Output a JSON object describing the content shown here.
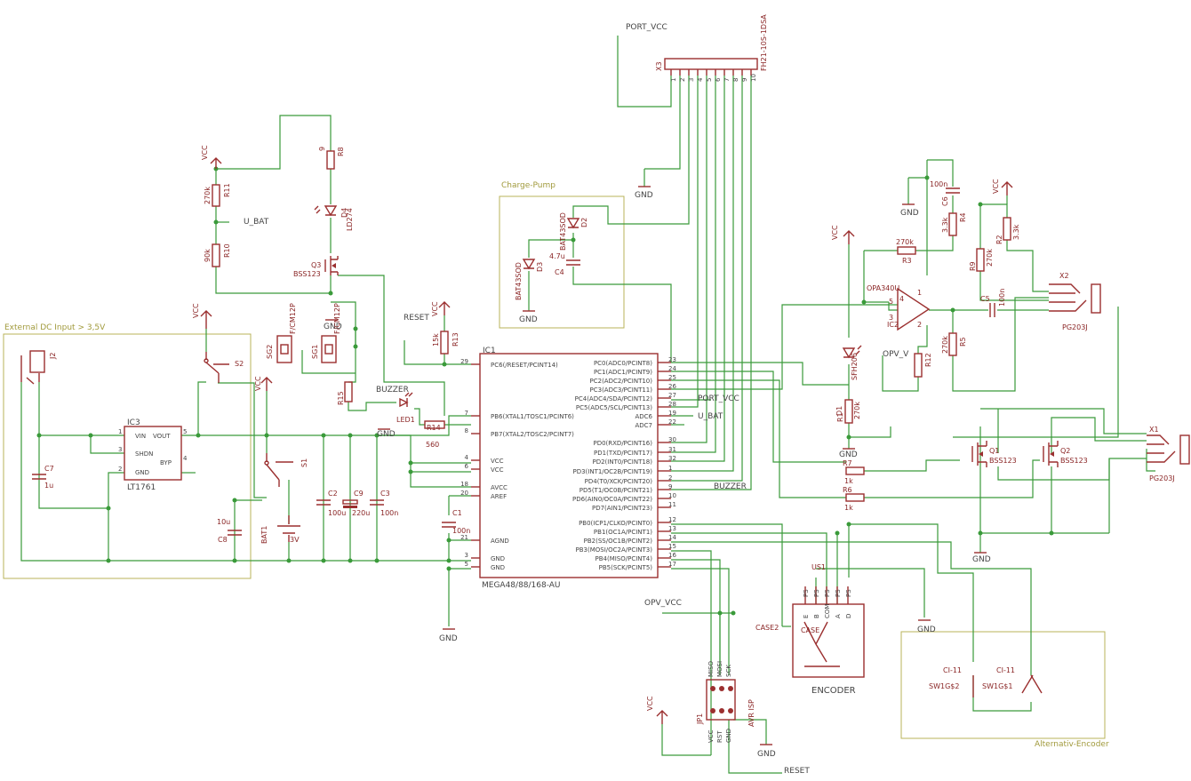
{
  "frames": {
    "ext_dc": "External DC Input > 3,5V",
    "charge_pump": "Charge-Pump",
    "alt_encoder": "Alternativ-Encoder"
  },
  "nets": {
    "vcc": "VCC",
    "gnd": "GND",
    "port_vcc": "PORT_VCC",
    "opv_vcc": "OPV_VCC",
    "u_bat": "U_BAT",
    "reset": "RESET",
    "buzzer": "BUZZER",
    "opv_v": "OPV_V"
  },
  "ic1": {
    "name": "IC1",
    "part": "MEGA48/88/168-AU",
    "left_pins": [
      {
        "num": "29",
        "label": "PC6(/RESET/PCINT14)"
      },
      {
        "num": "7",
        "label": "PB6(XTAL1/TOSC1/PCINT6)"
      },
      {
        "num": "8",
        "label": "PB7(XTAL2/TOSC2/PCINT7)"
      },
      {
        "num": "4",
        "label": "VCC"
      },
      {
        "num": "6",
        "label": "VCC"
      },
      {
        "num": "18",
        "label": "AVCC"
      },
      {
        "num": "20",
        "label": "AREF"
      },
      {
        "num": "21",
        "label": "AGND"
      },
      {
        "num": "3",
        "label": "GND"
      },
      {
        "num": "5",
        "label": "GND"
      }
    ],
    "right_pins": [
      {
        "num": "23",
        "label": "PC0(ADC0/PCINT8)"
      },
      {
        "num": "24",
        "label": "PC1(ADC1/PCINT9)"
      },
      {
        "num": "25",
        "label": "PC2(ADC2/PCINT10)"
      },
      {
        "num": "26",
        "label": "PC3(ADC3/PCINT11)"
      },
      {
        "num": "27",
        "label": "PC4(ADC4/SDA/PCINT12)"
      },
      {
        "num": "28",
        "label": "PC5(ADC5/SCL/PCINT13)"
      },
      {
        "num": "19",
        "label": "ADC6"
      },
      {
        "num": "22",
        "label": "ADC7"
      },
      {
        "num": "30",
        "label": "PD0(RXD/PCINT16)"
      },
      {
        "num": "31",
        "label": "PD1(TXD/PCINT17)"
      },
      {
        "num": "32",
        "label": "PD2(INT0/PCINT18)"
      },
      {
        "num": "1",
        "label": "PD3(INT1/OC2B/PCINT19)"
      },
      {
        "num": "2",
        "label": "PD4(T0/XCK/PCINT20)"
      },
      {
        "num": "9",
        "label": "PD5(T1/OC0B/PCINT21)"
      },
      {
        "num": "10",
        "label": "PD6(AIN0/OC0A/PCINT22)"
      },
      {
        "num": "11",
        "label": "PD7(AIN1/PCINT23)"
      },
      {
        "num": "12",
        "label": "PB0(ICP1/CLKO/PCINT0)"
      },
      {
        "num": "13",
        "label": "PB1(OC1A/PCINT1)"
      },
      {
        "num": "14",
        "label": "PB2(SS/OC1B/PCINT2)"
      },
      {
        "num": "15",
        "label": "PB3(MOSI/OC2A/PCINT3)"
      },
      {
        "num": "16",
        "label": "PB4(MISO/PCINT4)"
      },
      {
        "num": "17",
        "label": "PB5(SCK/PCINT5)"
      }
    ]
  },
  "ic3": {
    "name": "IC3",
    "part": "LT1761",
    "pin_vin": "VIN",
    "pin_vout": "VOUT",
    "pin_shdn": "SHDN",
    "pin_byp": "BYP",
    "pin_gnd": "GND",
    "pins": [
      "1",
      "3",
      "2",
      "5",
      "4"
    ]
  },
  "ic2": {
    "name": "IC2",
    "part": "OPA340U",
    "pins": [
      "4",
      "1",
      "5",
      "3",
      "2"
    ]
  },
  "connector_x3": {
    "name": "X3",
    "part": "FH21-10S-1DSA",
    "pins": [
      "1",
      "2",
      "3",
      "4",
      "5",
      "6",
      "7",
      "8",
      "9",
      "10"
    ]
  },
  "resistors": [
    {
      "name": "R11",
      "value": "270k"
    },
    {
      "name": "R10",
      "value": "90k"
    },
    {
      "name": "R8",
      "value": "9"
    },
    {
      "name": "R13",
      "value": "15k"
    },
    {
      "name": "R14",
      "value": "560"
    },
    {
      "name": "R15",
      "value": ""
    },
    {
      "name": "R3",
      "value": "270k"
    },
    {
      "name": "R4",
      "value": "3.3k"
    },
    {
      "name": "R2",
      "value": "3.3k"
    },
    {
      "name": "R9",
      "value": "270k"
    },
    {
      "name": "R5",
      "value": "270k"
    },
    {
      "name": "R12",
      "value": ""
    },
    {
      "name": "R1",
      "value": "270k"
    },
    {
      "name": "R7",
      "value": "1k"
    },
    {
      "name": "R6",
      "value": "1k"
    }
  ],
  "capacitors": [
    {
      "name": "C7",
      "value": "1u"
    },
    {
      "name": "C8",
      "value": "10u"
    },
    {
      "name": "C2",
      "value": "100u"
    },
    {
      "name": "C9",
      "value": "220u"
    },
    {
      "name": "C3",
      "value": "100n"
    },
    {
      "name": "C1",
      "value": "100n"
    },
    {
      "name": "C4",
      "value": "4.7u"
    },
    {
      "name": "C6",
      "value": "100n"
    },
    {
      "name": "C5",
      "value": "100n"
    }
  ],
  "diodes": [
    {
      "name": "D4",
      "part": "LD274"
    },
    {
      "name": "D2",
      "part": "BAT43SOD"
    },
    {
      "name": "D3",
      "part": "BAT43SOD"
    },
    {
      "name": "D1",
      "part": "SFH206"
    },
    {
      "name": "LED1",
      "part": ""
    }
  ],
  "transistors": [
    {
      "name": "Q3",
      "part": "BSS123"
    },
    {
      "name": "Q1",
      "part": "BSS123"
    },
    {
      "name": "Q2",
      "part": "BSS123"
    }
  ],
  "switches": [
    {
      "name": "S1"
    },
    {
      "name": "S2"
    },
    {
      "name": "SW1G$1"
    },
    {
      "name": "SW1G$2"
    }
  ],
  "misc": {
    "j2": "J2",
    "bat1": "BAT1",
    "bat1_value": "3V",
    "sg1": "SG1",
    "sg2": "SG2",
    "sg_part": "F/CM12P",
    "x1": "X1",
    "x2": "X2",
    "pg": "PG203J",
    "encoder": "ENCODER",
    "us1": "US1",
    "case": "CASE",
    "case2": "CASE2",
    "ci_11": "CI-11",
    "jp1": "JP1",
    "jp1_part": "AVR ISP",
    "isp_top": [
      "MISO",
      "MOSI",
      "SCK"
    ],
    "isp_bottom": [
      "VCC",
      "RST",
      "GND"
    ],
    "enc_pins": [
      "PS",
      "PS",
      "PS",
      "PS",
      "PS"
    ],
    "enc_inner": [
      "E",
      "B",
      "COM",
      "A",
      "D"
    ]
  },
  "colors": {
    "wire": "#3a9a3a",
    "component": "#9b2f2f",
    "frame": "#b9b35a",
    "text": "#444444"
  }
}
